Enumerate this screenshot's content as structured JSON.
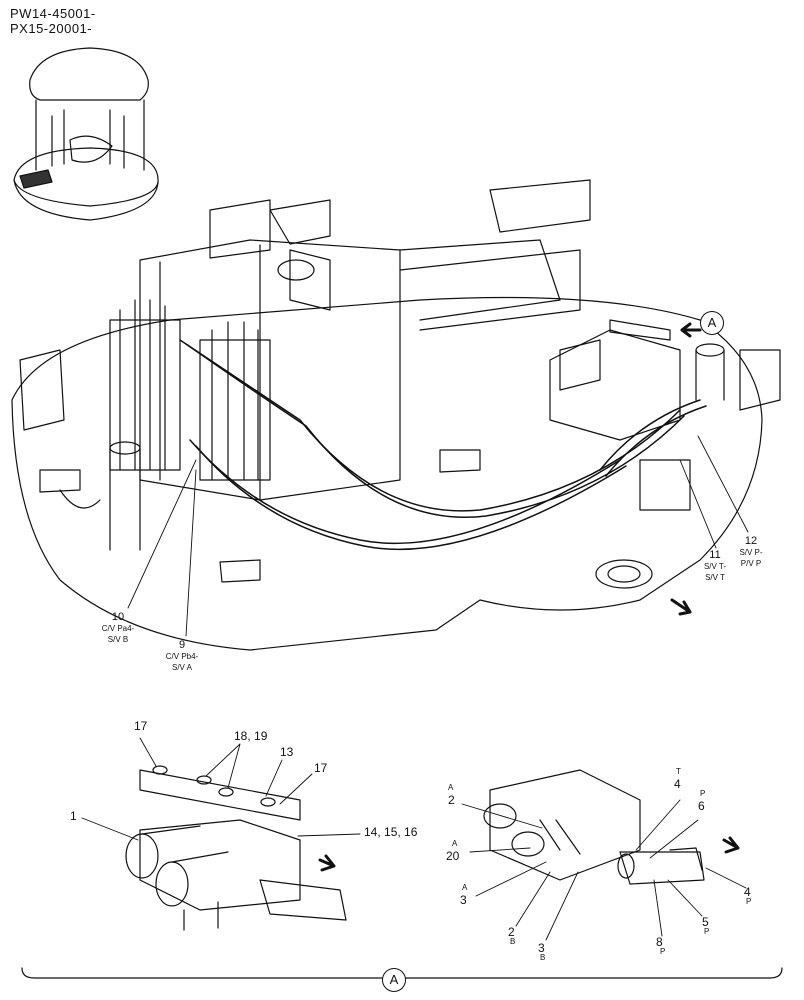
{
  "header": {
    "line1": "PW14-45001-",
    "line2": "PX15-20001-"
  },
  "view_marker": "A",
  "bottom_marker": "A",
  "main_labels": [
    {
      "num": "10",
      "line1": "C/V Pa4-",
      "line2": "S/V B"
    },
    {
      "num": "9",
      "line1": "C/V Pb4-",
      "line2": "S/V A"
    },
    {
      "num": "11",
      "line1": "S/V T-",
      "line2": "S/V T"
    },
    {
      "num": "12",
      "line1": "S/V P-",
      "line2": "P/V P"
    }
  ],
  "detail_left": {
    "callouts": [
      "17",
      "18, 19",
      "13",
      "17",
      "1",
      "14, 15, 16"
    ]
  },
  "detail_right": {
    "callouts": [
      {
        "letter": "A",
        "num": "2"
      },
      {
        "letter": "A",
        "num": "20"
      },
      {
        "letter": "A",
        "num": "3"
      },
      {
        "letter": "T",
        "num": "4"
      },
      {
        "letter": "P",
        "num": "6"
      },
      {
        "letter": "B",
        "num": "2"
      },
      {
        "letter": "B",
        "num": "3"
      },
      {
        "letter": "P",
        "num": "8"
      },
      {
        "letter": "P",
        "num": "5"
      },
      {
        "letter": "P",
        "num": "4"
      }
    ]
  }
}
